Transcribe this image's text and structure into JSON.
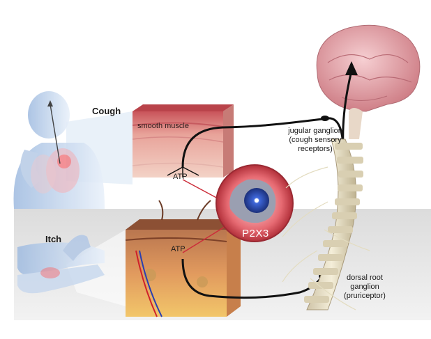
{
  "sections": {
    "cough": "Cough",
    "itch": "Itch"
  },
  "labels": {
    "smooth_muscle": "smooth muscle",
    "atp_upper": "ATP",
    "atp_lower": "ATP",
    "receptor": "P2X3",
    "jugular_line1": "jugular ganglion",
    "jugular_line2": "(cough sensory",
    "jugular_line3": "receptors)",
    "drg_line1": "dorsal root",
    "drg_line2": "ganglion",
    "drg_line3": "(pruriceptor)"
  },
  "colors": {
    "floor": "#e6e6e6",
    "skin_tissue": "#d98a5a",
    "muscle_tissue": "#e7a7a0",
    "brain": "#e8a2a8",
    "receptor_ring": "#d9484f",
    "receptor_core": "#2a4fb5",
    "nerve": "#111111",
    "spine": "#efe7d0",
    "figure": "#b9d0ea"
  }
}
